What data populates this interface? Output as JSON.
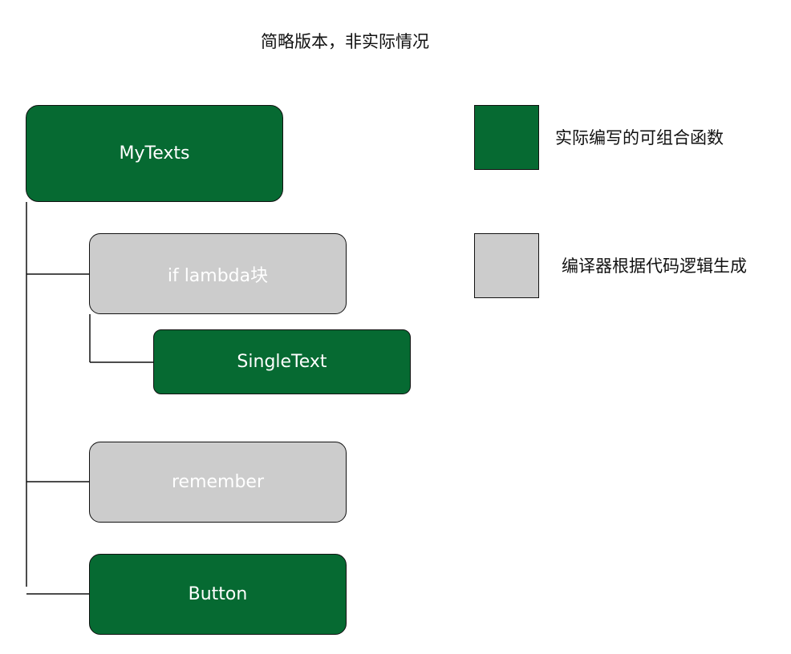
{
  "title": "简略版本，非实际情况",
  "colors": {
    "written": "#066a32",
    "generated": "#cccccc",
    "line": "#111111"
  },
  "nodes": {
    "mytexts": {
      "label": "MyTexts",
      "kind": "written"
    },
    "if_lambda": {
      "label": "if lambda块",
      "kind": "generated"
    },
    "single_text": {
      "label": "SingleText",
      "kind": "written"
    },
    "remember": {
      "label": "remember",
      "kind": "generated"
    },
    "button": {
      "label": "Button",
      "kind": "written"
    }
  },
  "legend": {
    "written": {
      "label": "实际编写的可组合函数"
    },
    "generated": {
      "label": "编译器根据代码逻辑生成"
    }
  }
}
